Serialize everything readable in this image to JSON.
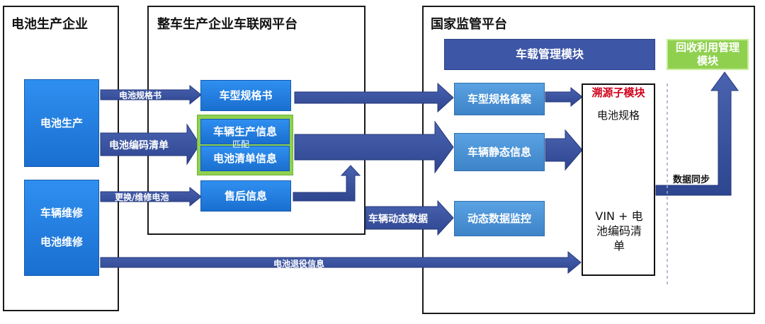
{
  "panels": {
    "battery_enterprise": "电池生产企业",
    "vehicle_platform": "整车生产企业车联网平台",
    "national_platform": "国家监管平台"
  },
  "battery_enterprise": {
    "production": "电池生产",
    "repair_vehicle": "车辆维修",
    "repair_battery": "电池维修"
  },
  "vehicle_platform": {
    "model_spec": "车型规格书",
    "vehicle_production_info": "车辆生产信息",
    "match_label": "匹配",
    "battery_list_info": "电池清单信息",
    "after_sales_info": "售后信息"
  },
  "national_platform": {
    "onboard_module": "车载管理模块",
    "recycling_module": "回收利用管理模块",
    "model_spec_record": "车型规格备案",
    "vehicle_static_info": "车辆静态信息",
    "dynamic_monitoring": "动态数据监控",
    "trace_submodule": {
      "title": "溯源子模块",
      "battery_spec": "电池规格",
      "vin_list": "VIN + 电池编码清单"
    },
    "data_sync": "数据同步"
  },
  "arrow_labels": {
    "battery_spec_book": "电池规格书",
    "battery_code_list": "电池编码清单",
    "replace_repair_battery": "更换/维修电池",
    "vehicle_dynamic_data": "车辆动态数据",
    "battery_retire_info": "电池退役信息"
  },
  "colors": {
    "bright_blue": "#1a6fd0",
    "steel_blue": "#3d84c8",
    "navy": "#3d56a6",
    "green": "#8fd14f",
    "trace_title_red": "#d0021b"
  }
}
